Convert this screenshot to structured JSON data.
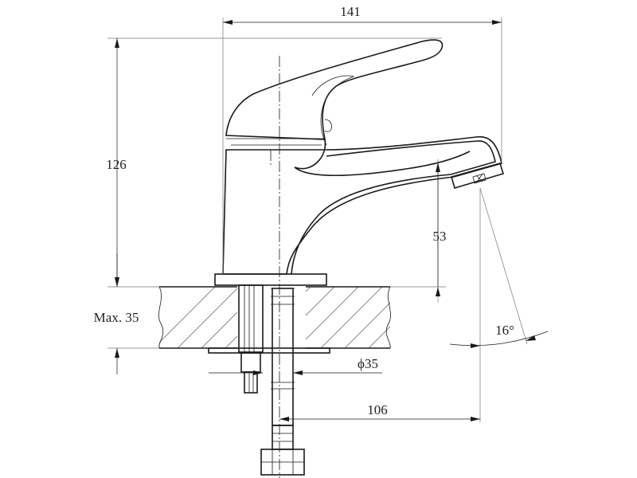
{
  "dimensions": {
    "width_overall": "141",
    "height_overall": "126",
    "spout_height": "53",
    "spray_angle": "16°",
    "max_countertop": "Max. 35",
    "hole_diameter": "ϕ35",
    "spout_reach": "106"
  }
}
